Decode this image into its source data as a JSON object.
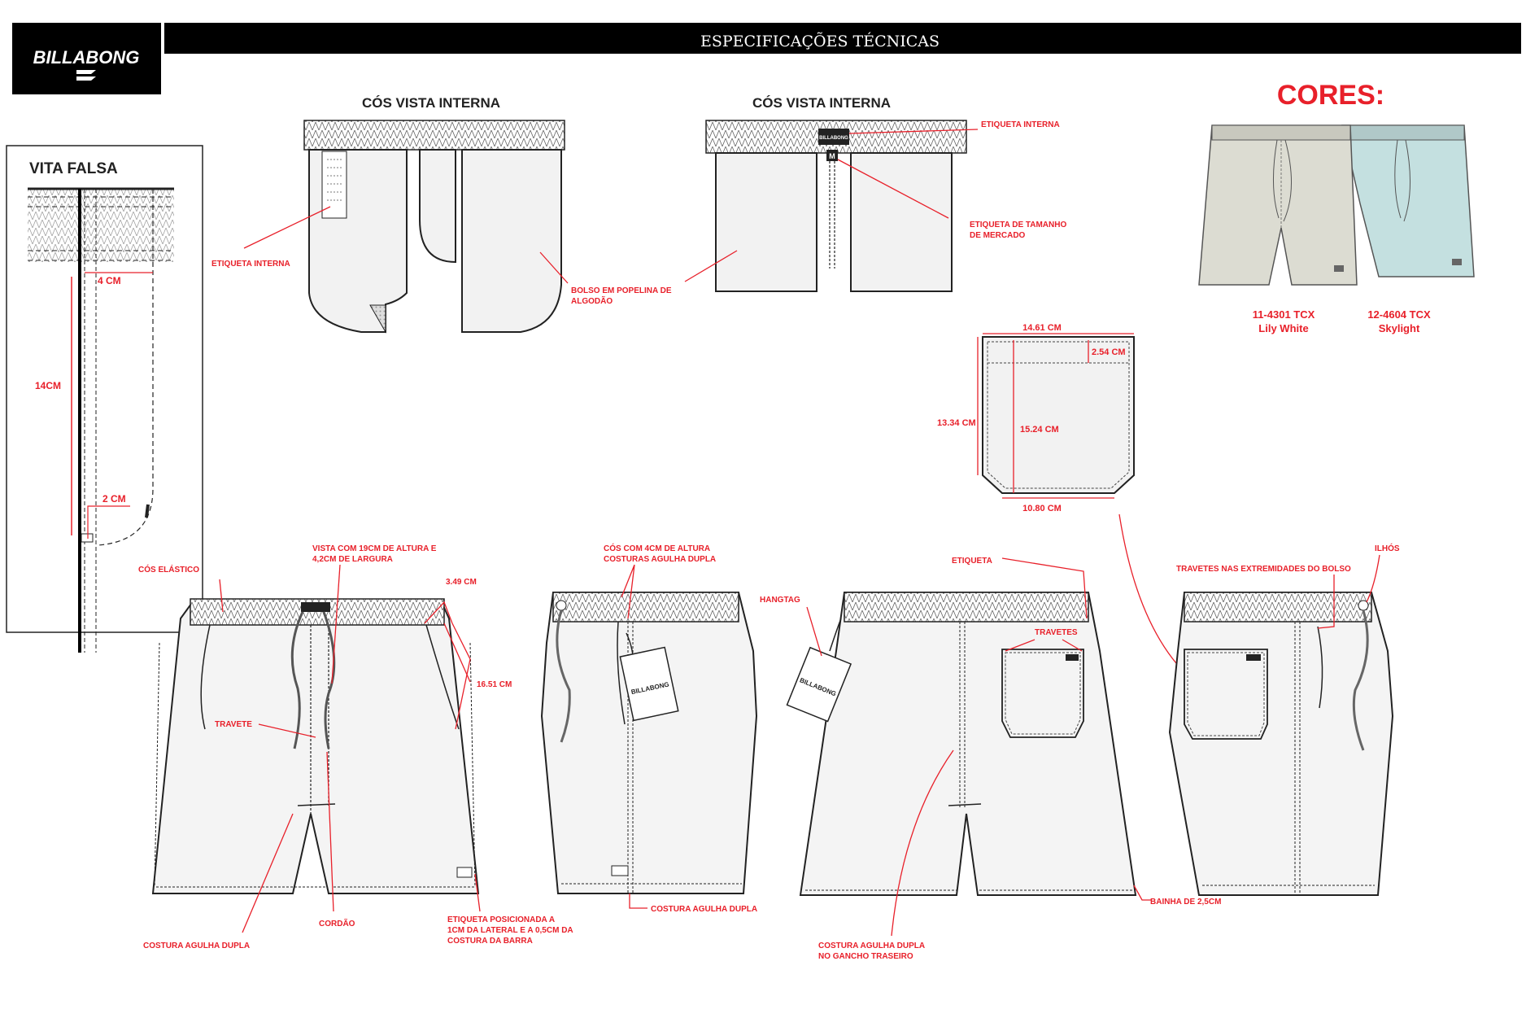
{
  "header": {
    "brand_logo_text": "BILLABONG",
    "title": "ESPECIFICAÇÕES TÉCNICAS"
  },
  "sections": {
    "vita_falsa": "VITA FALSA",
    "cos_interna_1": "CÓS VISTA INTERNA",
    "cos_interna_2": "CÓS VISTA INTERNA",
    "cores": "CORES:"
  },
  "vita_falsa": {
    "dim_4cm": "4 CM",
    "dim_14cm": "14CM",
    "dim_2cm": "2 CM"
  },
  "waistband_left": {
    "etiqueta_interna": "ETIQUETA INTERNA",
    "bolso_line1": "BOLSO EM POPELINA DE",
    "bolso_line2": "ALGODÃO"
  },
  "waistband_right": {
    "etiqueta_interna": "ETIQUETA INTERNA",
    "size_label": "M",
    "tamanho_line1": "ETIQUETA DE TAMANHO",
    "tamanho_line2": "DE MERCADO"
  },
  "colors": [
    {
      "code": "11-4301 TCX",
      "name": "Lily White",
      "hex": "#dcdcd2"
    },
    {
      "code": "12-4604 TCX",
      "name": "Skylight",
      "hex": "#c4e0e0"
    }
  ],
  "pocket": {
    "w_top": "14.61 CM",
    "d_top": "2.54 CM",
    "h_left": "13.34 CM",
    "h_inner": "15.24 CM",
    "w_bottom": "10.80 CM"
  },
  "front": {
    "cos_elastico": "CÓS ELÁSTICO",
    "vista_line1": "VISTA COM 19CM DE ALTURA E",
    "vista_line2": "4,2CM DE LARGURA",
    "dim_349": "3.49 CM",
    "dim_1651": "16.51 CM",
    "travete": "TRAVETE",
    "cordao": "CORDÃO",
    "costura": "COSTURA AGULHA DUPLA",
    "etiq_line1": "ETIQUETA POSICIONADA A",
    "etiq_line2": "1CM DA LATERAL E A 0,5CM DA",
    "etiq_line3": "COSTURA DA BARRA"
  },
  "side": {
    "cos_line1": "CÓS COM 4CM DE ALTURA",
    "cos_line2": "COSTURAS AGULHA DUPLA",
    "costura": "COSTURA AGULHA DUPLA",
    "hangtag_brand": "BILLABONG"
  },
  "back": {
    "hangtag": "HANGTAG",
    "etiqueta": "ETIQUETA",
    "travetes": "TRAVETES",
    "costura_line1": "COSTURA AGULHA DUPLA",
    "costura_line2": "NO GANCHO TRASEIRO",
    "bainha": "BAINHA DE 2,5CM",
    "hangtag_brand": "BILLABONG"
  },
  "back_side": {
    "travetes_bolso": "TRAVETES NAS EXTREMIDADES DO BOLSO",
    "ilhos": "ILHÓS"
  }
}
